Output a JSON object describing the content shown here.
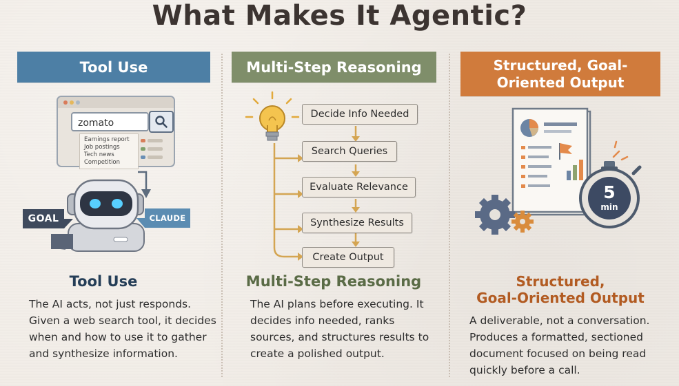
{
  "title": "What Makes It Agentic?",
  "columns": [
    {
      "banner": "Tool Use",
      "heading": "Tool Use",
      "description": "The AI acts, not just responds. Given a web search tool, it decides when and how to use it to gather and synthesize information.",
      "illustration": {
        "search_value": "zomato",
        "dropdown_items": [
          "Earnings report",
          "Job postings",
          "Tech news",
          "Competition"
        ],
        "goal_tag": "GOAL",
        "claude_tag": "CLAUDE"
      }
    },
    {
      "banner": "Multi-Step Reasoning",
      "heading": "Multi-Step Reasoning",
      "description": "The AI plans before executing. It decides info needed, ranks sources, and structures results to create a polished output.",
      "steps": [
        "Decide Info Needed",
        "Search Queries",
        "Evaluate Relevance",
        "Synthesize Results",
        "Create Output"
      ]
    },
    {
      "banner": "Structured, Goal-Oriented Output",
      "heading_line1": "Structured,",
      "heading_line2": "Goal-Oriented Output",
      "description": "A deliverable, not a conversation. Produces a formatted, sectioned document focused on being read quickly before a call.",
      "timer_value": "5",
      "timer_unit": "min"
    }
  ],
  "colors": {
    "tool_use": "#4d7fa5",
    "reasoning": "#7f8e6a",
    "output": "#d07b3c"
  },
  "icons": [
    "search-icon",
    "robot-icon",
    "lightbulb-icon",
    "document-icon",
    "pie-chart-icon",
    "bar-chart-icon",
    "flag-icon",
    "stopwatch-icon",
    "gear-icon"
  ]
}
